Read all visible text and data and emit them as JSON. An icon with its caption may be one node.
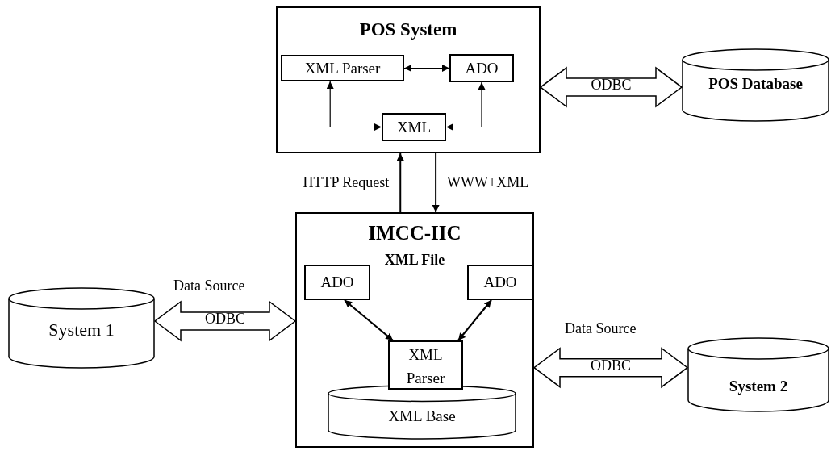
{
  "diagram": {
    "nodes": [
      {
        "text": [
          "POS System"
        ]
      },
      {
        "text": [
          "XML Parser"
        ],
        "in": 0
      },
      {
        "text": [
          "ADO"
        ],
        "in": 0
      },
      {
        "text": [
          "XML"
        ],
        "in": 0
      },
      {
        "text": [
          "POS Database"
        ]
      },
      {
        "text": [
          "IMCC-IIC",
          "XML File"
        ]
      },
      {
        "text": [
          "ADO"
        ],
        "in": 5
      },
      {
        "text": [
          "ADO"
        ],
        "in": 5
      },
      {
        "text": [
          "XML Parser"
        ],
        "in": 5
      },
      {
        "text": [
          "XML Base"
        ],
        "in": 5
      },
      {
        "text": [
          "System 1"
        ]
      },
      {
        "text": [
          "System 2"
        ]
      }
    ],
    "edges": [
      {
        "from": 1,
        "to": 2,
        "arrow": "both"
      },
      {
        "from": 3,
        "to": 1,
        "arrow": "both"
      },
      {
        "from": 3,
        "to": 2,
        "arrow": "both"
      },
      {
        "from": 0,
        "to": 4,
        "arrow": "both",
        "label": "ODBC",
        "style": "thick"
      },
      {
        "from": 5,
        "to": 0,
        "arrow": "to",
        "label": "HTTP Request"
      },
      {
        "from": 0,
        "to": 5,
        "arrow": "to",
        "label": "WWW+XML"
      },
      {
        "from": 6,
        "to": 8,
        "arrow": "both"
      },
      {
        "from": 7,
        "to": 8,
        "arrow": "both"
      },
      {
        "from": 10,
        "to": 5,
        "arrow": "both",
        "label": "ODBC",
        "style": "thick"
      },
      {
        "from": 5,
        "to": 11,
        "arrow": "both",
        "label": "ODBC",
        "style": "thick"
      }
    ],
    "labels": [
      "Data Source",
      "Data Source"
    ]
  }
}
